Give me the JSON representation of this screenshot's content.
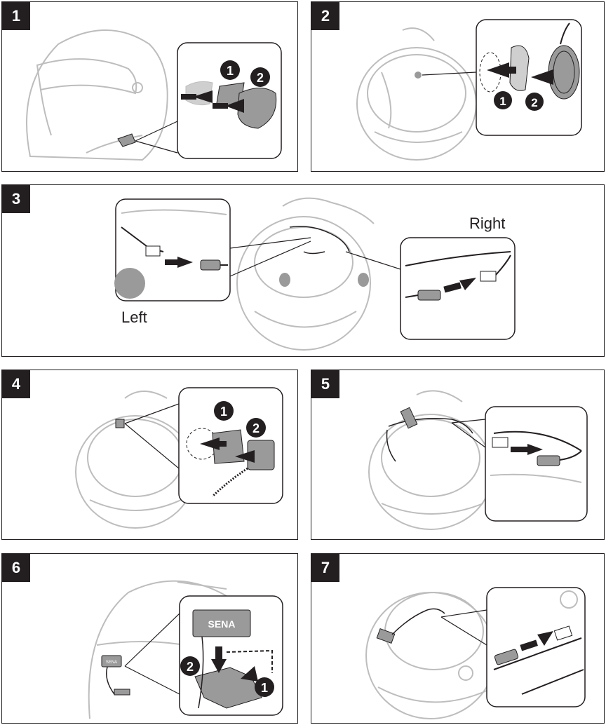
{
  "steps": [
    {
      "number": "1"
    },
    {
      "number": "2"
    },
    {
      "number": "3",
      "labels": {
        "left": "Left",
        "right": "Right"
      }
    },
    {
      "number": "4"
    },
    {
      "number": "5"
    },
    {
      "number": "6",
      "brand": "SENA"
    },
    {
      "number": "7"
    }
  ],
  "callouts": {
    "one": "1",
    "two": "2"
  },
  "colors": {
    "ink": "#231f20",
    "helmet": "#bdbdbd",
    "pad": "#9a9a9a",
    "arrow": "#231f20"
  }
}
